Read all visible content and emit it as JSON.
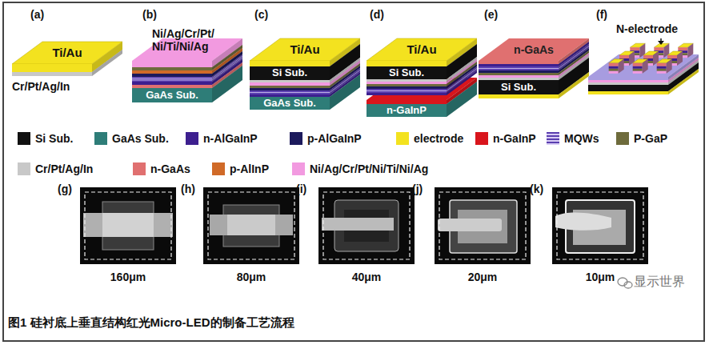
{
  "diagram": {
    "caption": "图1 硅衬底上垂直结构红光Micro-LED的制备工艺流程",
    "labels": [
      "(a)",
      "Ti/Au",
      "Cr/Pt/Ag/In",
      "(b)",
      "Ni/Ag/Cr/Pt/ Ni/Ti/Ni/Ag",
      "GaAs Sub.",
      "(c)",
      "Ti/Au",
      "Si Sub.",
      "GaAs Sub.",
      "(d)",
      "Ti/Au",
      "Si Sub.",
      "n-GaInP",
      "(e)",
      "n-GaAs",
      "Si Sub.",
      "(f)",
      "N-electrode",
      "(g)",
      "(h)",
      "(i)",
      "(j)",
      "(k)",
      "160μm",
      "80μm",
      "40μm",
      "20μm",
      "10μm",
      "显示世界"
    ],
    "legend": [
      {
        "text": "Si Sub.",
        "color": "#111111"
      },
      {
        "text": "GaAs Sub.",
        "color": "#2e7d78"
      },
      {
        "text": "n-AlGaInP",
        "color": "#3d1f8f"
      },
      {
        "text": "p-AlGaInP",
        "color": "#1c1a5c"
      },
      {
        "text": "electrode",
        "color": "#f3e21f"
      },
      {
        "text": "n-GaInP",
        "color": "#d9151c"
      },
      {
        "text": "MQWs"
      },
      {
        "text": "P-GaP",
        "color": "#6e6b3c"
      },
      {
        "text": "Cr/Pt/Ag/In",
        "color": "#c8c8c8"
      },
      {
        "text": "n-GaAs",
        "color": "#e07070"
      },
      {
        "text": "p-AlInP",
        "color": "#d06a28"
      },
      {
        "text": "Ni/Ag/Cr/Pt/Ni/Ti/Ni/Ag",
        "color": "#f29ae0"
      }
    ]
  }
}
